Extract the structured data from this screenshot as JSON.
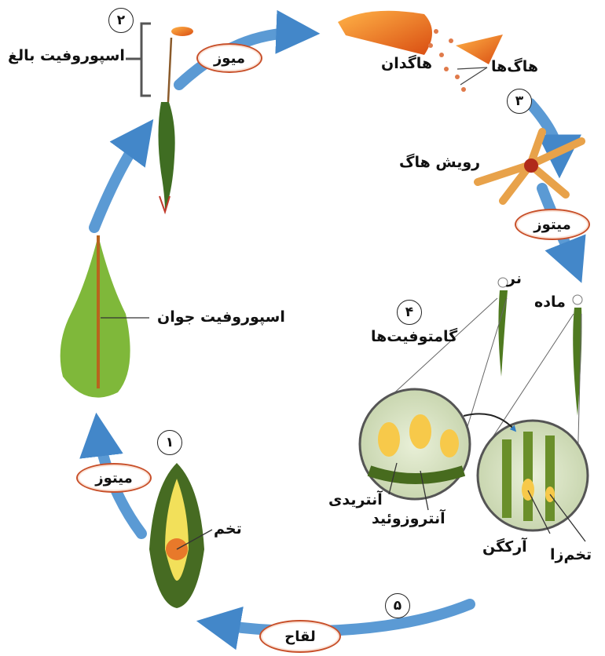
{
  "labels": {
    "adult_sporophyte": "اسپوروفیت بالغ",
    "meiosis": "میوز",
    "sporangium": "هاگدان",
    "spores": "هاگ‌ها",
    "spore_germination": "رویش هاگ",
    "mitosis_right": "میتوز",
    "male": "نر",
    "female": "ماده",
    "gametophytes": "گامتوفیت‌ها",
    "young_sporophyte": "اسپوروفیت جوان",
    "antheridium": "آنتریدی",
    "antherozoid": "آنتروزوئید",
    "archegonium": "آرکگن",
    "egg": "تخم‌زا",
    "zygote": "تخم",
    "mitosis_left": "میتوز",
    "fertilization": "لقاح"
  },
  "step_numbers": [
    "۱",
    "۲",
    "۳",
    "۴",
    "۵"
  ],
  "colors": {
    "arrow": "#3b86cc",
    "pill_border": "#c8502a",
    "plant_green": "#5a7a2a",
    "capsule_orange": "#e8792a"
  }
}
